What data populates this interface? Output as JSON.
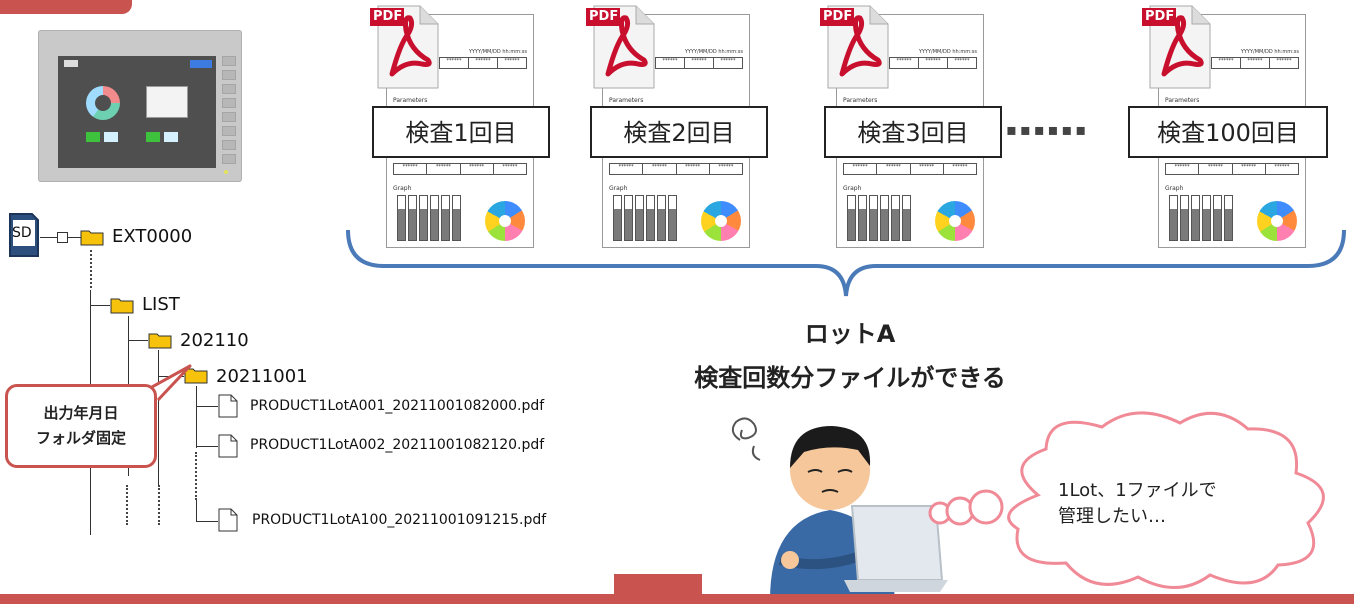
{
  "tree": {
    "sd_label": "SD",
    "root": "EXT0000",
    "list": "LIST",
    "month": "202110",
    "day": "20211001",
    "files": [
      "PRODUCT1LotA001_20211001082000.pdf",
      "PRODUCT1LotA002_20211001082120.pdf",
      "PRODUCT1LotA100_20211001091215.pdf"
    ]
  },
  "callout": {
    "line1": "出力年月日",
    "line2": "フォルダ固定"
  },
  "reports": [
    {
      "label": "検査1回目"
    },
    {
      "label": "検査2回目"
    },
    {
      "label": "検査3回目"
    },
    {
      "label": "検査100回目"
    }
  ],
  "report_texts": {
    "pdf": "PDF",
    "parameters": "Parameters",
    "graph": "Graph",
    "header": "YYYY/MM/DD hh:mm:ss",
    "cell": "******"
  },
  "ellipsis": "▪▪▪▪▪▪",
  "caption": {
    "line1": "ロットA",
    "line2": "検査回数分ファイルができる"
  },
  "thought": {
    "line1": "1Lot、1ファイルで",
    "line2": "管理したい…"
  },
  "colors": {
    "accent": "#c9544f",
    "brace": "#4a7ab8",
    "folder": "#f6c20b",
    "pdf_red": "#c8102e"
  }
}
